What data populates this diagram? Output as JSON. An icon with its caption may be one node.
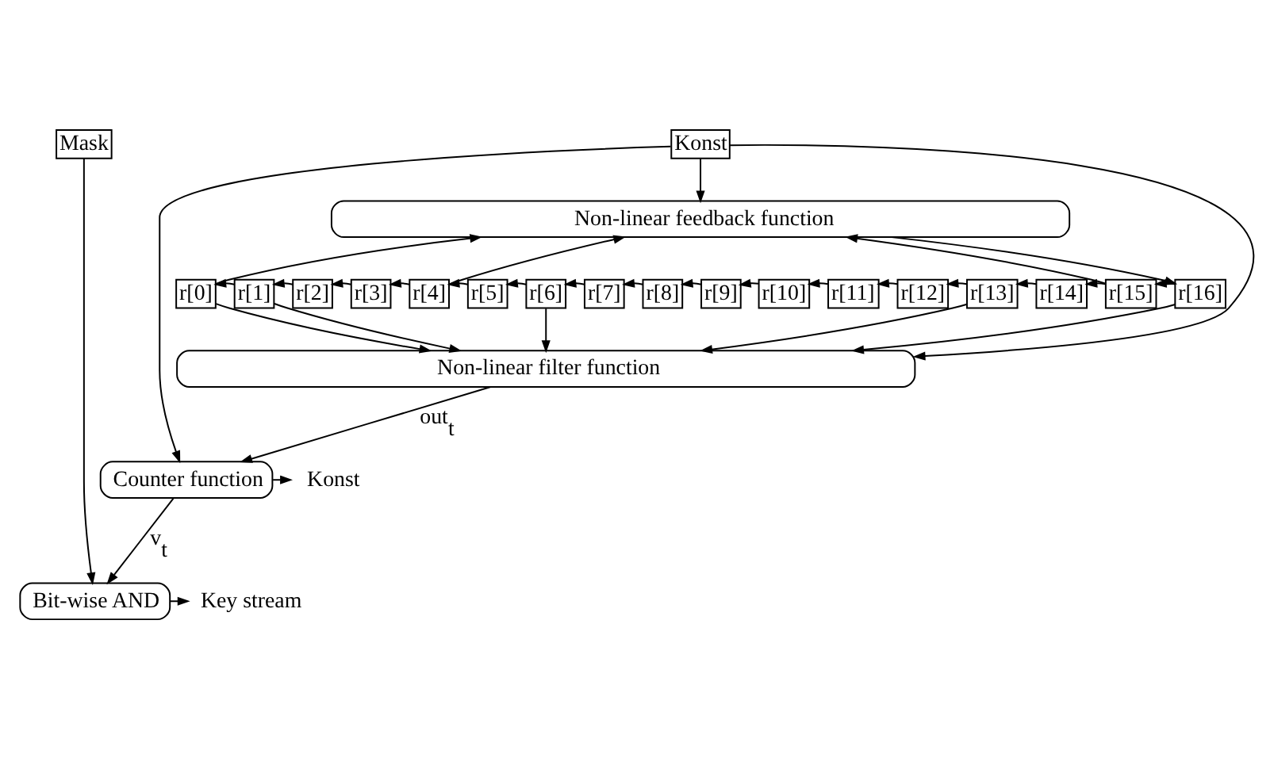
{
  "diagram": {
    "nodes": [
      {
        "text": [
          "Mask"
        ]
      },
      {
        "text": [
          "Konst"
        ]
      },
      {
        "text": [
          "Non-linear feedback function"
        ]
      },
      {
        "text": [
          "r[0]"
        ]
      },
      {
        "text": [
          "r[1]"
        ]
      },
      {
        "text": [
          "r[2]"
        ]
      },
      {
        "text": [
          "r[3]"
        ]
      },
      {
        "text": [
          "r[4]"
        ]
      },
      {
        "text": [
          "r[5]"
        ]
      },
      {
        "text": [
          "r[6]"
        ]
      },
      {
        "text": [
          "r[7]"
        ]
      },
      {
        "text": [
          "r[8]"
        ]
      },
      {
        "text": [
          "r[9]"
        ]
      },
      {
        "text": [
          "r[10]"
        ]
      },
      {
        "text": [
          "r[11]"
        ]
      },
      {
        "text": [
          "r[12]"
        ]
      },
      {
        "text": [
          "r[13]"
        ]
      },
      {
        "text": [
          "r[14]"
        ]
      },
      {
        "text": [
          "r[15]"
        ]
      },
      {
        "text": [
          "r[16]"
        ]
      },
      {
        "text": [
          "Non-linear filter function"
        ]
      },
      {
        "text": [
          "Counter function"
        ]
      },
      {
        "text": [
          "Bit-wise AND"
        ]
      },
      {
        "text": [
          "Konst"
        ]
      },
      {
        "text": [
          "Key stream"
        ]
      }
    ],
    "edges": [
      {
        "from": 1,
        "to": 2,
        "arrow": "to"
      },
      {
        "from": 3,
        "to": 2,
        "arrow": "to"
      },
      {
        "from": 7,
        "to": 2,
        "arrow": "to"
      },
      {
        "from": 18,
        "to": 2,
        "arrow": "to"
      },
      {
        "from": 2,
        "to": 19,
        "arrow": "to"
      },
      {
        "from": 4,
        "to": 3,
        "arrow": "to"
      },
      {
        "from": 5,
        "to": 4,
        "arrow": "to"
      },
      {
        "from": 6,
        "to": 5,
        "arrow": "to"
      },
      {
        "from": 7,
        "to": 6,
        "arrow": "to"
      },
      {
        "from": 8,
        "to": 7,
        "arrow": "to"
      },
      {
        "from": 9,
        "to": 8,
        "arrow": "to"
      },
      {
        "from": 10,
        "to": 9,
        "arrow": "to"
      },
      {
        "from": 11,
        "to": 10,
        "arrow": "to"
      },
      {
        "from": 12,
        "to": 11,
        "arrow": "to"
      },
      {
        "from": 13,
        "to": 12,
        "arrow": "to"
      },
      {
        "from": 14,
        "to": 13,
        "arrow": "to"
      },
      {
        "from": 15,
        "to": 14,
        "arrow": "to"
      },
      {
        "from": 16,
        "to": 15,
        "arrow": "to"
      },
      {
        "from": 17,
        "to": 16,
        "arrow": "to"
      },
      {
        "from": 18,
        "to": 17,
        "arrow": "to"
      },
      {
        "from": 19,
        "to": 18,
        "arrow": "to"
      },
      {
        "from": 3,
        "to": 20,
        "arrow": "to"
      },
      {
        "from": 4,
        "to": 20,
        "arrow": "to"
      },
      {
        "from": 9,
        "to": 20,
        "arrow": "to"
      },
      {
        "from": 16,
        "to": 20,
        "arrow": "to"
      },
      {
        "from": 19,
        "to": 20,
        "arrow": "to"
      },
      {
        "from": 1,
        "to": 20,
        "arrow": "to"
      },
      {
        "from": 20,
        "to": 21,
        "arrow": "to",
        "label": "out$_{t}$"
      },
      {
        "from": 1,
        "to": 21,
        "arrow": "to"
      },
      {
        "from": 21,
        "to": 23,
        "arrow": "to"
      },
      {
        "from": 21,
        "to": 22,
        "arrow": "to",
        "label": "v$_{t}$"
      },
      {
        "from": 0,
        "to": 22,
        "arrow": "to"
      },
      {
        "from": 22,
        "to": 24,
        "arrow": "to"
      }
    ]
  }
}
